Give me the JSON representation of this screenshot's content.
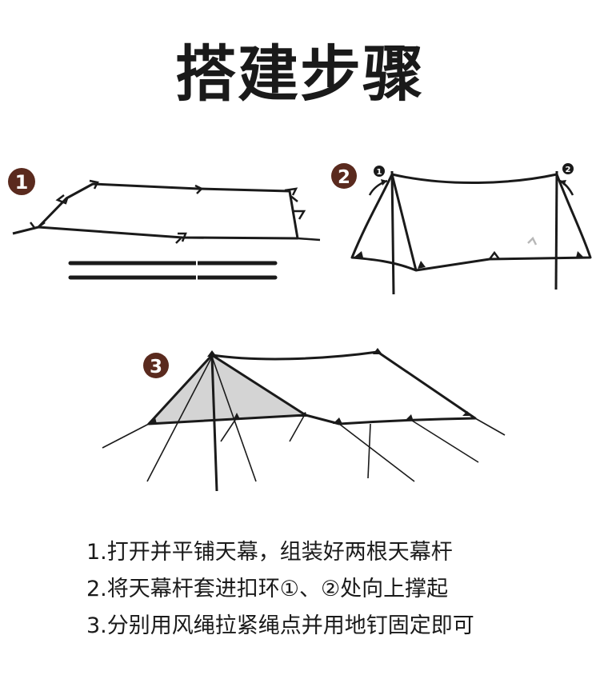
{
  "title": "搭建步骤",
  "figures": [
    {
      "badge": "1",
      "name": "step-1-figure"
    },
    {
      "badge": "2",
      "name": "step-2-figure",
      "markers": [
        "1",
        "2"
      ]
    },
    {
      "badge": "3",
      "name": "step-3-figure"
    }
  ],
  "instructions": [
    "1.打开并平铺天幕，组装好两根天幕杆",
    "2.将天幕杆套进扣环①、②处向上撑起",
    "3.分别用风绳拉紧绳点并用地钉固定即可"
  ],
  "colors": {
    "badge": "#5a2a1e",
    "line": "#1a1a1a",
    "shade": "#d4d4d4",
    "ghost": "#b8b8b8"
  }
}
